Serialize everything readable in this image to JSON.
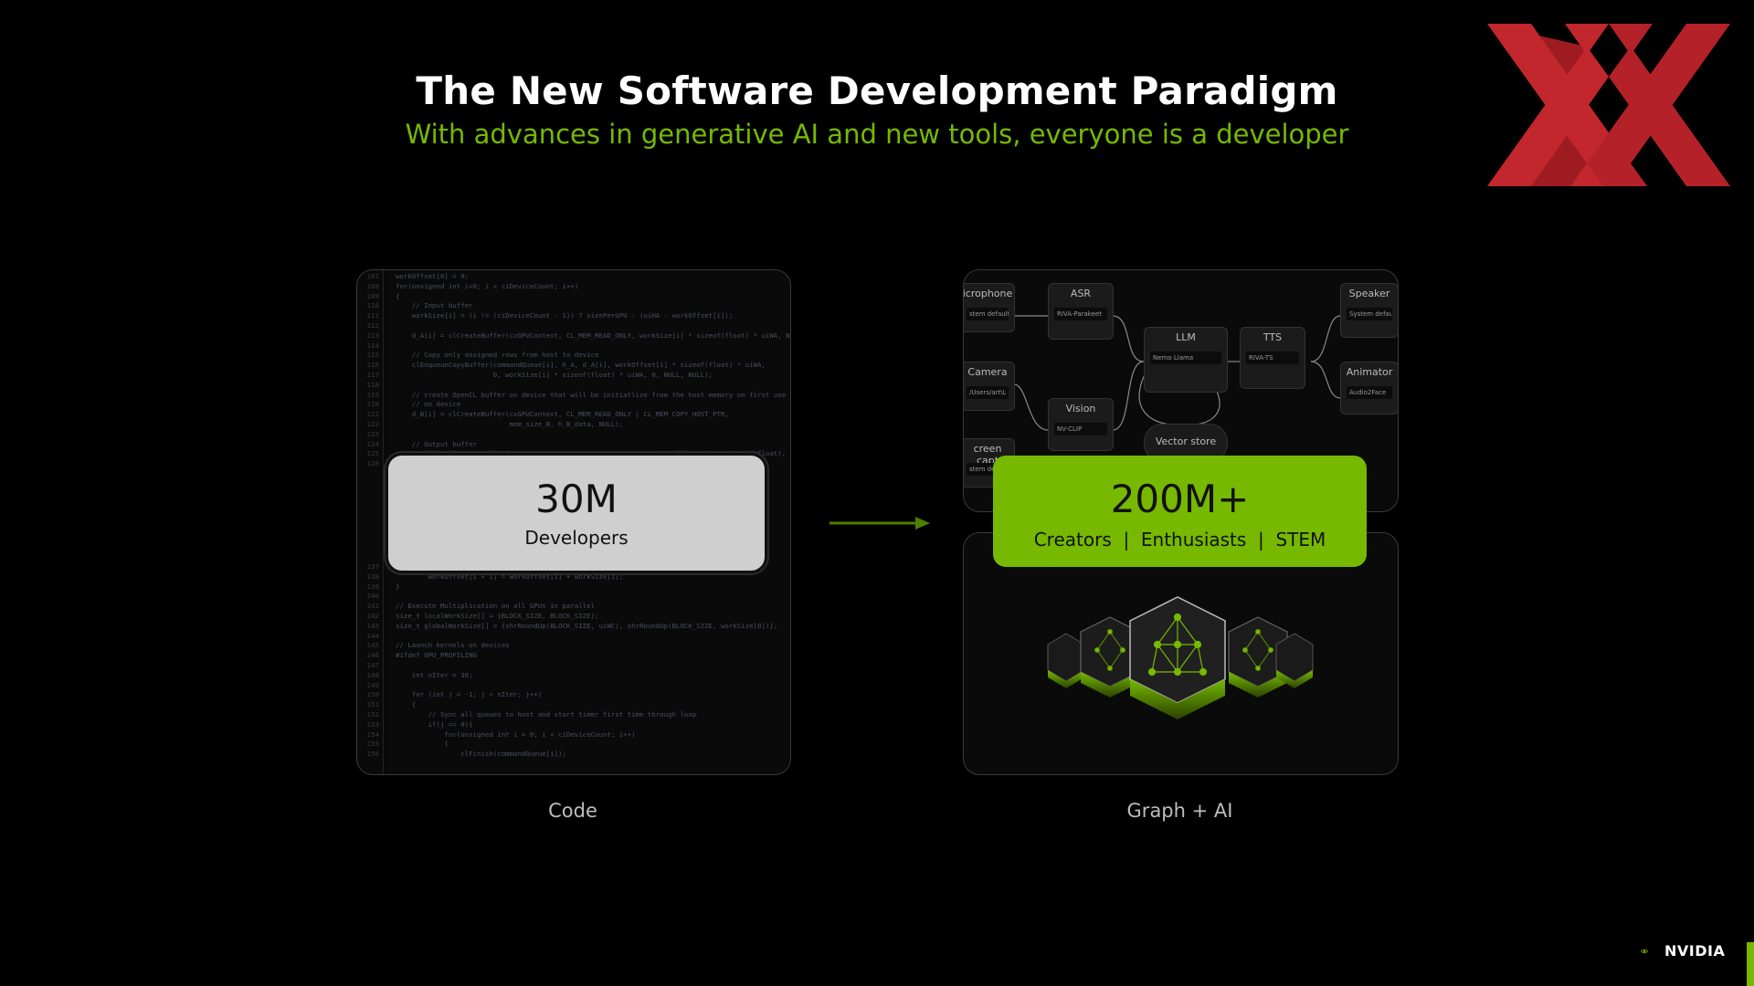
{
  "header": {
    "title": "The New Software Development Paradigm",
    "subtitle": "With advances in generative AI and new tools, everyone is a developer"
  },
  "left": {
    "stat": "30M",
    "label": "Developers",
    "caption": "Code"
  },
  "right": {
    "stat": "200M+",
    "label": "Creators  |  Enthusiasts  |  STEM",
    "caption": "Graph + AI"
  },
  "graph_nodes": [
    {
      "title": "icrophone",
      "sub": "stem default"
    },
    {
      "title": "ASR",
      "sub": "RIVA-Parakeet"
    },
    {
      "title": "Camera",
      "sub": "/Users/art\\L"
    },
    {
      "title": "Vision",
      "sub": "NV-CLIP"
    },
    {
      "title": "creen capt",
      "sub": "stem de"
    },
    {
      "title": "LLM",
      "sub": "Nemo Llama"
    },
    {
      "title": "TTS",
      "sub": "RIVA-TS"
    },
    {
      "title": "Vector store",
      "sub": ""
    },
    {
      "title": "Speaker",
      "sub": "System default"
    },
    {
      "title": "Animator",
      "sub": "Audio2Face"
    }
  ],
  "code": {
    "line_numbers": [
      "107",
      "108",
      "109",
      "110",
      "111",
      "112",
      "113",
      "114",
      "115",
      "116",
      "117",
      "118",
      "119",
      "120",
      "121",
      "122",
      "123",
      "124",
      "125",
      "126"
    ],
    "lines": [
      "workOffset[0] = 0;",
      "for(unsigned int i=0; i < ciDeviceCount; i++)",
      "{",
      "    // Input buffer",
      "    workSize[i] = (i != (ciDeviceCount - 1)) ? sizePerGPU : (uiHA - workOffset[i]);",
      "",
      "    d_A[i] = clCreateBuffer(cxGPUContext, CL_MEM_READ_ONLY, workSize[i] * sizeof(float) * uiWA, NULL,NULL);",
      "",
      "    // Copy only assigned rows from host to device",
      "    clEnqueueCopyBuffer(commandQueue[i], h_A, d_A[i], workOffset[i] * sizeof(float) * uiWA,",
      "                        0, workSize[i] * sizeof(float) * uiWA, 0, NULL, NULL);",
      "",
      "    // create OpenCL buffer on device that will be initiatlize from the host memory on first use",
      "    // on device",
      "    d_B[i] = clCreateBuffer(cxGPUContext, CL_MEM_READ_ONLY | CL_MEM_COPY_HOST_PTR,",
      "                            mem_size_B, h_B_data, NULL);",
      "",
      "    // Output buffer",
      "    d_C[i] = clCreateBuffer(cxGPUContext, CL_MEM_WRITE_ONLY, workSize[i] * uiWC * sizeof(float), NULL,NULL);",
      ""
    ],
    "line_numbers_bottom": [
      "137",
      "138",
      "139",
      "140",
      "141",
      "142",
      "143",
      "144",
      "145",
      "146",
      "147",
      "148",
      "149",
      "150",
      "151",
      "152",
      "153",
      "154",
      "155",
      "156"
    ],
    "lines_bottom": [
      "    if(i < ciDeviceCount-1)",
      "        workOffset[i + 1] = workOffset[i] + workSize[i];",
      "}",
      "",
      "// Execute Multiplication on all GPUs in parallel",
      "size_t localWorkSize[] = {BLOCK_SIZE, BLOCK_SIZE};",
      "size_t globalWorkSize[] = {shrRoundUp(BLOCK_SIZE, uiWC), shrRoundUp(BLOCK_SIZE, workSize[0])};",
      "",
      "// Launch kernels on devices",
      "#ifdef GPU_PROFILING",
      "",
      "    int nIter = 30;",
      "",
      "    for (int j = -1; j < nIter; j++)",
      "    {",
      "        // Sync all queues to host and start timer first time through loop",
      "        if(j == 0){",
      "            for(unsigned int i = 0; i < ciDeviceCount; i++)",
      "            {",
      "                clFinish(commandQueue[i]);"
    ]
  },
  "brand": {
    "logo_text": "NVIDIA",
    "accent": "#76b900",
    "logo_red": "#b01c24"
  }
}
